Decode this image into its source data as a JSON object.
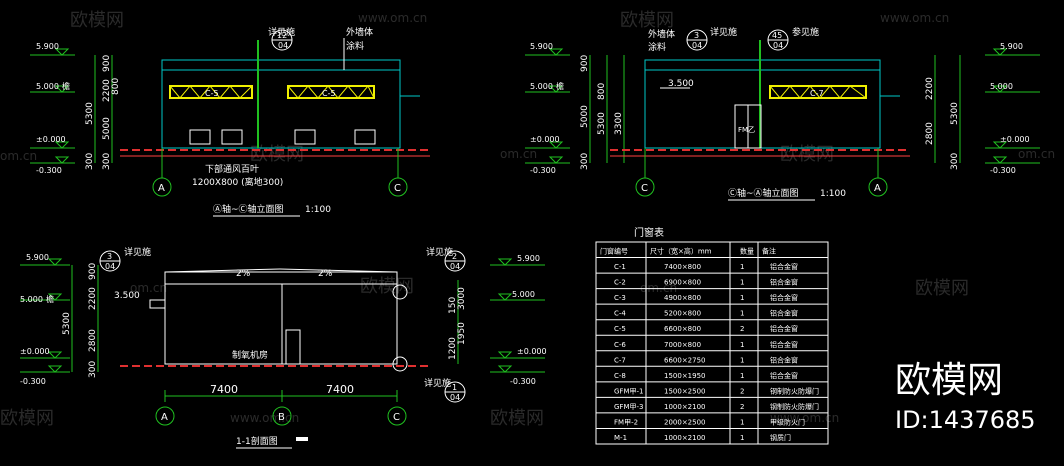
{
  "watermark": {
    "brand": "欧模网",
    "url": "www.om.cn",
    "url_short": "om.cn",
    "id": "ID:1437685"
  },
  "colors": {
    "background": "#000000",
    "structure": "#00c8c8",
    "dimension": "#20c020",
    "window": "#f0f000",
    "ground": "#e03030",
    "text": "#ffffff"
  },
  "elev1": {
    "levels": [
      "5.900",
      "5.000",
      "±0.000",
      "-0.300"
    ],
    "level_note": "檐",
    "dims_outer": [
      "5300",
      "300"
    ],
    "dims_inner": [
      "900",
      "2200",
      "800",
      "5000",
      "300"
    ],
    "callout_top": "12\n04",
    "callout_top_label1": "详见施",
    "callout_top_label2": "外墙体",
    "callout_top_label3": "涂料",
    "window_left": "C-5",
    "window_right": "C-5",
    "louver_note1": "下部通风百叶",
    "louver_note2": "1200X800 (离地300)",
    "axis_left": "A",
    "axis_right": "C",
    "title": "Ⓐ轴~Ⓒ轴立面图",
    "scale": "1:100"
  },
  "elev2": {
    "levels": [
      "5.900",
      "5.000",
      "±0.000",
      "-0.300"
    ],
    "level_note": "檐",
    "dims_left": [
      "900",
      "5000",
      "300",
      "800",
      "3300",
      "5300"
    ],
    "dims_right": [
      "2200",
      "2800",
      "5300",
      "300"
    ],
    "callout_a": "3\n04",
    "callout_b": "45\n04",
    "callout_label1": "详见施",
    "callout_label2": "参见施",
    "callout_label3": "外墙体",
    "callout_label4": "涂料",
    "sill": "3.500",
    "window": "C-7",
    "door": "FM乙",
    "axis_left": "C",
    "axis_right": "A",
    "title": "Ⓒ轴~Ⓐ轴立面图",
    "scale": "1:100"
  },
  "section": {
    "levels": [
      "5.900",
      "5.000",
      "±0.000",
      "-0.300"
    ],
    "level_note": "檐",
    "dims_left": [
      "900",
      "2200",
      "5300",
      "2800",
      "300"
    ],
    "dims_right": [
      "150",
      "1200",
      "1950",
      "3000"
    ],
    "slope_left": "2%",
    "slope_right": "2%",
    "sill": "3.500",
    "room": "制氧机房",
    "callout_tl": "3\n04",
    "callout_tr": "2\n04",
    "callout_br": "1\n04",
    "callout_label": "详见施",
    "span1": "7400",
    "span2": "7400",
    "axes": [
      "A",
      "B",
      "C"
    ],
    "title": "1-1剖面图"
  },
  "table": {
    "title": "门窗表",
    "headers": [
      "门窗编号",
      "尺寸（宽×高）mm",
      "数量",
      "备注"
    ],
    "rows": [
      [
        "C-1",
        "7400×800",
        "1",
        "铝合金窗"
      ],
      [
        "C-2",
        "6900×800",
        "1",
        "铝合金窗"
      ],
      [
        "C-3",
        "4900×800",
        "1",
        "铝合金窗"
      ],
      [
        "C-4",
        "5200×800",
        "1",
        "铝合金窗"
      ],
      [
        "C-5",
        "6600×800",
        "2",
        "铝合金窗"
      ],
      [
        "C-6",
        "7000×800",
        "1",
        "铝合金窗"
      ],
      [
        "C-7",
        "6600×2750",
        "1",
        "铝合金窗"
      ],
      [
        "C-8",
        "1500×1950",
        "1",
        "铝合金窗"
      ],
      [
        "GFM甲-1",
        "1500×2500",
        "2",
        "钢制防火防爆门"
      ],
      [
        "GFM甲-3",
        "1000×2100",
        "2",
        "钢制防火防爆门"
      ],
      [
        "FM甲-2",
        "2000×2500",
        "1",
        "甲级防火门"
      ],
      [
        "M-1",
        "1000×2100",
        "1",
        "钢质门"
      ]
    ]
  }
}
